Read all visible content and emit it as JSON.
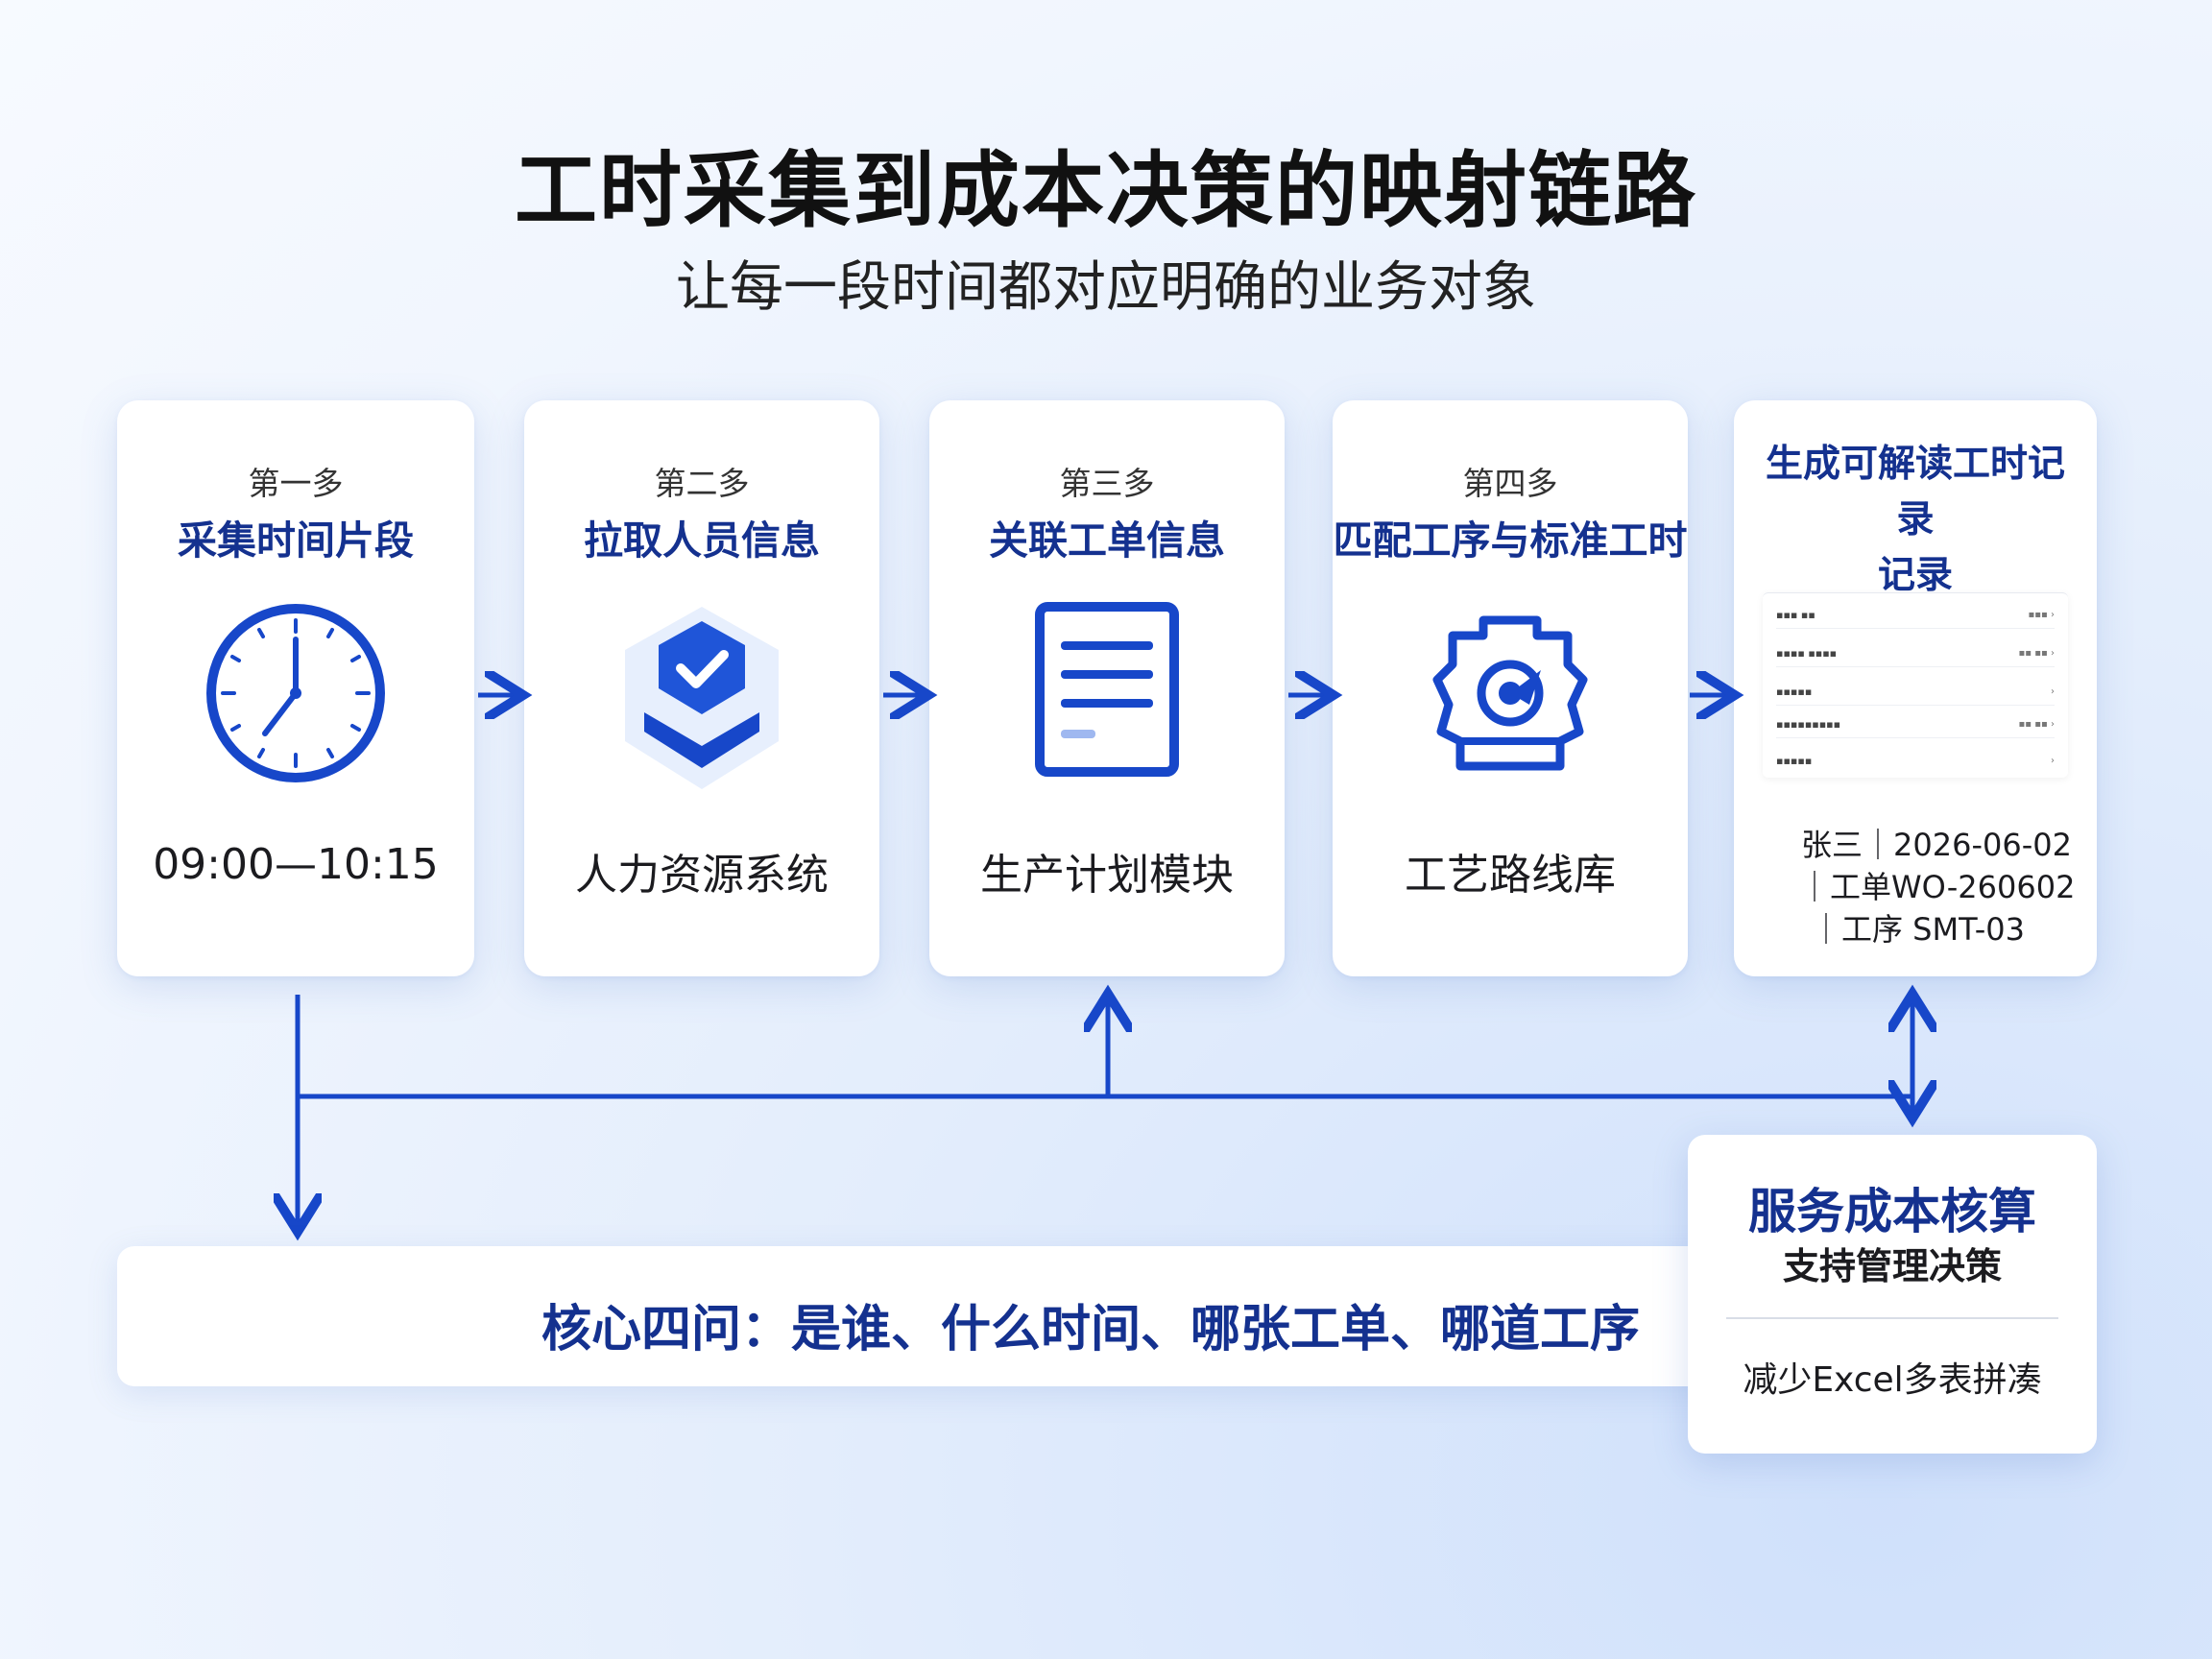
{
  "title": "工时采集到成本决策的映射链路",
  "subtitle": "让每一段时间都对应明确的业务对象",
  "steps": [
    {
      "step": "第一多",
      "name": "采集时间片段",
      "source": "09:00—10:15",
      "icon": "clock-icon"
    },
    {
      "step": "第二多",
      "name": "拉取人员信息",
      "source": "人力资源系统",
      "icon": "shield-check-icon"
    },
    {
      "step": "第三多",
      "name": "关联工单信息",
      "source": "生产计划模块",
      "icon": "document-icon"
    },
    {
      "step": "第四多",
      "name": "匹配工序与标准工时",
      "source": "工艺路线库",
      "icon": "gear-target-icon"
    }
  ],
  "step5": {
    "name": "生成可解读工时记录\n记录",
    "record_line1": "张三｜2026-06-02",
    "record_line2": "｜工单WO-260602",
    "record_line3": "｜工序 SMT-03"
  },
  "core_question": "核心四问：是谁、什么时间、哪张工单、哪道工序",
  "cost_box": {
    "title": "服务成本核算",
    "subtitle": "支持管理决策",
    "note": "减少Excel多表拼凑"
  },
  "colors": {
    "accent": "#1747c9",
    "navy": "#14318f"
  }
}
